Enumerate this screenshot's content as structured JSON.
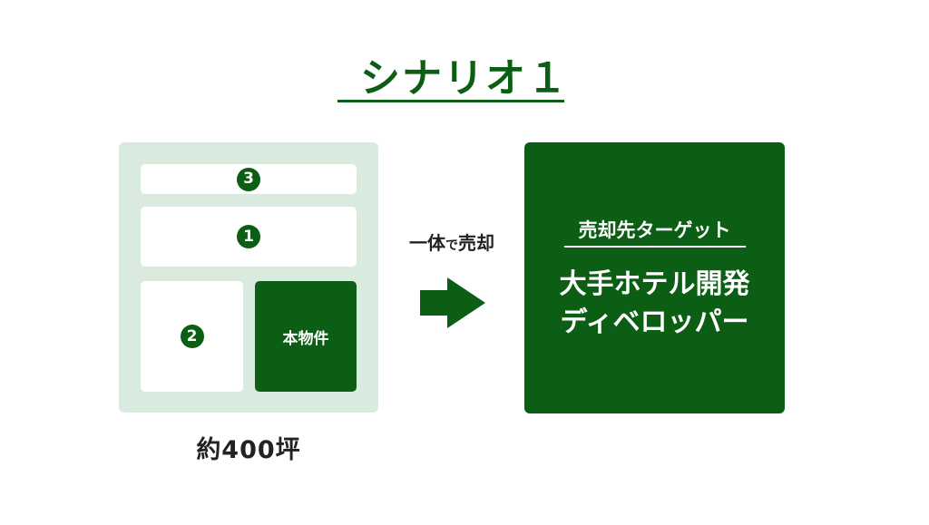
{
  "title": "シナリオ１",
  "site": {
    "plot_3_number": "3",
    "plot_1_number": "1",
    "plot_2_number": "2",
    "main_plot_label": "本物件",
    "area_label": "約400坪"
  },
  "arrow": {
    "label_part1": "一体",
    "label_small": "で",
    "label_part2": "売却"
  },
  "target": {
    "label": "売却先ターゲット",
    "name_line1": "大手ホテル開発",
    "name_line2": "ディベロッパー"
  },
  "colors": {
    "primary_green": "#0b5e14",
    "site_background": "#d9ebdf"
  }
}
